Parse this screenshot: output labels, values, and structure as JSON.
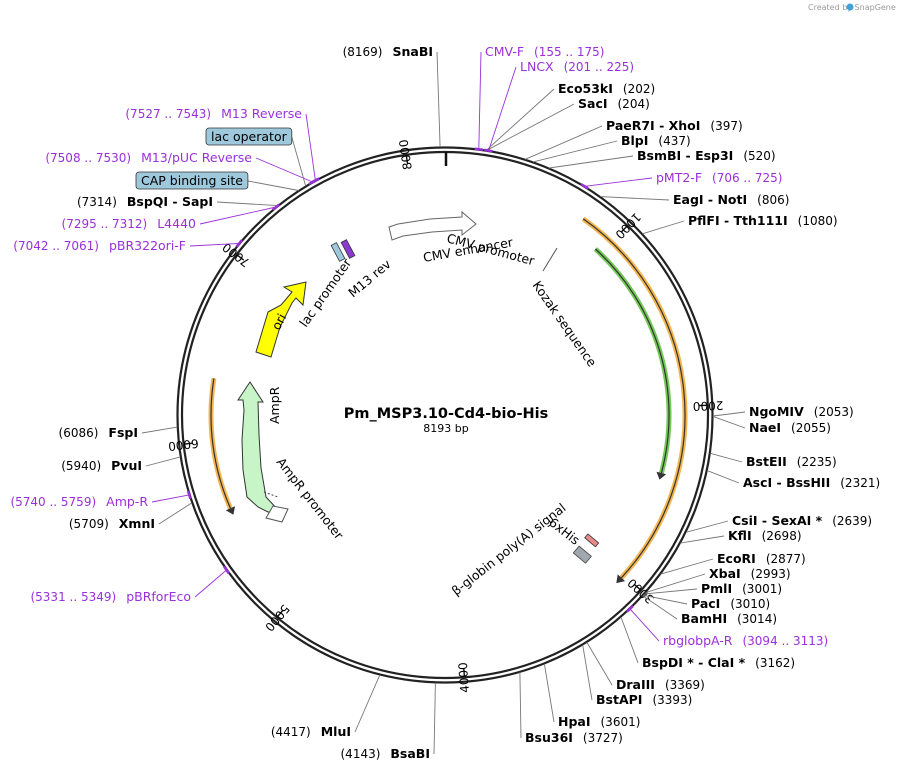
{
  "credit": "Created by SnapGene",
  "plasmid": {
    "name": "Pm_MSP3.10-Cd4-bio-His",
    "length": "8193 bp",
    "total_bp": 8193
  },
  "ticks": [
    "1000",
    "2000",
    "3000",
    "4000",
    "5000",
    "6000",
    "7000",
    "8000"
  ],
  "sites": [
    {
      "id": "snabi",
      "bp": 8169,
      "label": "SnaBI",
      "num": "(8169)"
    },
    {
      "id": "eco53ki",
      "bp": 202,
      "label": "Eco53kI",
      "num": "(202)"
    },
    {
      "id": "saci",
      "bp": 204,
      "label": "SacI",
      "num": "(204)"
    },
    {
      "id": "paer7i",
      "bp": 397,
      "label": "PaeR7I  - XhoI",
      "num": "(397)"
    },
    {
      "id": "blpi",
      "bp": 437,
      "label": "BlpI",
      "num": "(437)"
    },
    {
      "id": "bsmbi",
      "bp": 520,
      "label": "BsmBI  - Esp3I",
      "num": "(520)"
    },
    {
      "id": "eagi",
      "bp": 806,
      "label": "EagI  - NotI",
      "num": "(806)"
    },
    {
      "id": "pflfi",
      "bp": 1080,
      "label": "PflFI  - Tth111I",
      "num": "(1080)"
    },
    {
      "id": "ngomiv",
      "bp": 2053,
      "label": "NgoMIV",
      "num": "(2053)"
    },
    {
      "id": "naei",
      "bp": 2055,
      "label": "NaeI",
      "num": "(2055)"
    },
    {
      "id": "bsteii",
      "bp": 2235,
      "label": "BstEII",
      "num": "(2235)"
    },
    {
      "id": "asci",
      "bp": 2321,
      "label": "AscI  - BssHII",
      "num": "(2321)"
    },
    {
      "id": "csii",
      "bp": 2639,
      "label": "CsiI  - SexAI *",
      "num": "(2639)"
    },
    {
      "id": "kfli",
      "bp": 2698,
      "label": "KflI",
      "num": "(2698)"
    },
    {
      "id": "ecori",
      "bp": 2877,
      "label": "EcoRI",
      "num": "(2877)"
    },
    {
      "id": "xbai",
      "bp": 2993,
      "label": "XbaI",
      "num": "(2993)"
    },
    {
      "id": "pmli",
      "bp": 3001,
      "label": "PmlI",
      "num": "(3001)"
    },
    {
      "id": "paci",
      "bp": 3010,
      "label": "PacI",
      "num": "(3010)"
    },
    {
      "id": "bamhi",
      "bp": 3014,
      "label": "BamHI",
      "num": "(3014)"
    },
    {
      "id": "bspdi",
      "bp": 3162,
      "label": "BspDI *  - ClaI *",
      "num": "(3162)"
    },
    {
      "id": "draiii",
      "bp": 3369,
      "label": "DraIII",
      "num": "(3369)"
    },
    {
      "id": "bstapi",
      "bp": 3393,
      "label": "BstAPI",
      "num": "(3393)"
    },
    {
      "id": "hpai",
      "bp": 3601,
      "label": "HpaI",
      "num": "(3601)"
    },
    {
      "id": "bsu36i",
      "bp": 3727,
      "label": "Bsu36I",
      "num": "(3727)"
    },
    {
      "id": "bsabi",
      "bp": 4143,
      "label": "BsaBI",
      "num": "(4143)"
    },
    {
      "id": "mlui",
      "bp": 4417,
      "label": "MluI",
      "num": "(4417)"
    },
    {
      "id": "xmni",
      "bp": 5709,
      "label": "XmnI",
      "num": "(5709)"
    },
    {
      "id": "pvui",
      "bp": 5940,
      "label": "PvuI",
      "num": "(5940)"
    },
    {
      "id": "fspi",
      "bp": 6086,
      "label": "FspI",
      "num": "(6086)"
    },
    {
      "id": "bspqi",
      "bp": 7314,
      "label": "BspQI  - SapI",
      "num": "(7314)"
    }
  ],
  "primers": [
    {
      "id": "cmv-f",
      "bp": 165,
      "label": "CMV-F",
      "num": "(155 .. 175)"
    },
    {
      "id": "lncx",
      "bp": 213,
      "label": "LNCX",
      "num": "(201 .. 225)"
    },
    {
      "id": "pmt2-f",
      "bp": 715,
      "label": "pMT2-F",
      "num": "(706 .. 725)"
    },
    {
      "id": "rbglobpa-r",
      "bp": 3103,
      "label": "rbglobpA-R",
      "num": "(3094 .. 3113)"
    },
    {
      "id": "pbrforeco",
      "bp": 5340,
      "label": "pBRforEco",
      "num": "(5331 .. 5349)"
    },
    {
      "id": "amp-r",
      "bp": 5750,
      "label": "Amp-R",
      "num": "(5740 .. 5759)"
    },
    {
      "id": "pbr322ori-f",
      "bp": 7051,
      "label": "pBR322ori-F",
      "num": "(7042 .. 7061)"
    },
    {
      "id": "l4440",
      "bp": 7303,
      "label": "L4440",
      "num": "(7295 .. 7312)"
    },
    {
      "id": "m13-puc-reverse",
      "bp": 7519,
      "label": "M13/pUC Reverse",
      "num": "(7508 .. 7530)"
    },
    {
      "id": "m13-reverse",
      "bp": 7535,
      "label": "M13 Reverse",
      "num": "(7527 .. 7543)"
    }
  ],
  "boxed_features": [
    {
      "id": "lac-operator",
      "bp": 7480,
      "label": "lac operator"
    },
    {
      "id": "cap-binding-site",
      "bp": 7440,
      "label": "CAP binding site"
    }
  ],
  "inner_labels": {
    "cmv_promoter": "CMV promoter",
    "cmv_enhancer": "CMV enhancer",
    "lac_promoter": "lac promoter",
    "m13_rev": "M13 rev",
    "kozak": "Kozak sequence",
    "sixhis": "6xHis",
    "beta_globin": "β-globin poly(A) signal",
    "ori": "ori",
    "ampr": "AmpR",
    "ampr_promoter": "AmpR promoter"
  },
  "colors": {
    "backbone": "#222222",
    "primer": "#9b30d9",
    "orange": "#f0a830",
    "green": "#5bbf3a",
    "ori": "#ffff00",
    "ampr": "#c8f5c8",
    "box": "#9ec9dc"
  }
}
